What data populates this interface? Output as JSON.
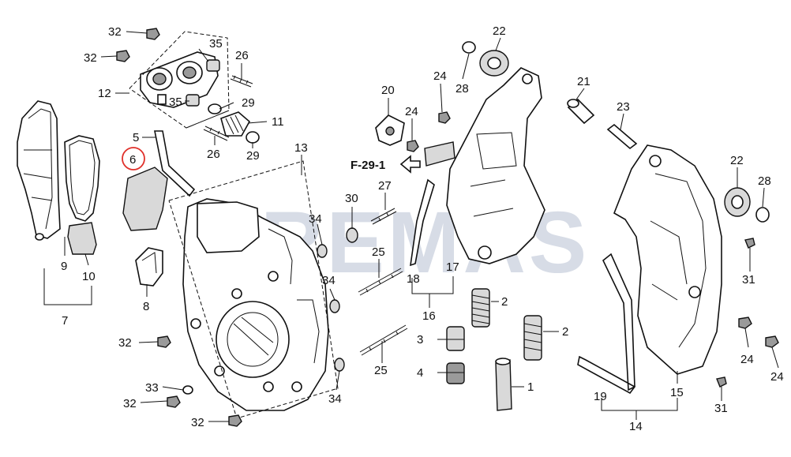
{
  "diagram": {
    "watermark": "REMAS",
    "watermark_mark": "®",
    "reference": "F-29-1",
    "highlight_color": "#e0302a",
    "callouts": [
      "32",
      "32",
      "12",
      "35",
      "35",
      "26",
      "29",
      "11",
      "26",
      "29",
      "5",
      "6",
      "13",
      "9",
      "10",
      "7",
      "8",
      "32",
      "33",
      "32",
      "32",
      "30",
      "34",
      "34",
      "34",
      "27",
      "25",
      "25",
      "20",
      "24",
      "24",
      "22",
      "28",
      "21",
      "23",
      "18",
      "17",
      "16",
      "2",
      "3",
      "4",
      "2",
      "1",
      "22",
      "28",
      "31",
      "24",
      "24",
      "31",
      "19",
      "15",
      "14"
    ]
  }
}
